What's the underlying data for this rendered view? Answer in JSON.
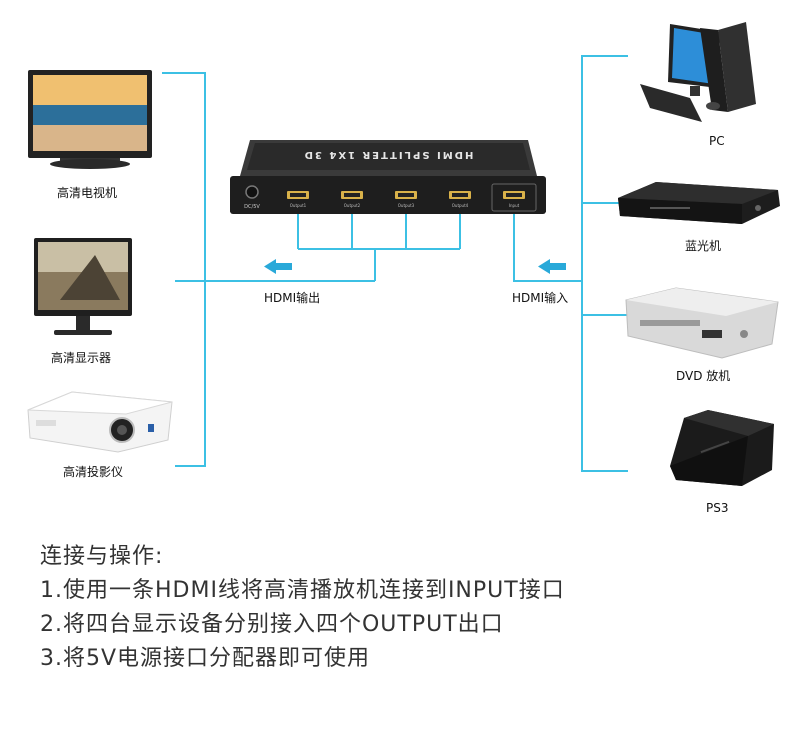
{
  "splitter": {
    "model_text": "HDMI SPLITTER 1X4 3D",
    "power_label": "DC/5V",
    "ports": [
      "Output1",
      "Output2",
      "Output3",
      "Output4"
    ],
    "input_port": "Input"
  },
  "left_devices": [
    {
      "label": "高清电视机",
      "icon": "tv-icon"
    },
    {
      "label": "高清显示器",
      "icon": "monitor-icon"
    },
    {
      "label": "高清投影仪",
      "icon": "projector-icon"
    }
  ],
  "right_devices": [
    {
      "label": "PC",
      "icon": "pc-icon"
    },
    {
      "label": "蓝光机",
      "icon": "bluray-player-icon"
    },
    {
      "label": "DVD 放机",
      "icon": "dvd-player-icon"
    },
    {
      "label": "PS3",
      "icon": "ps3-console-icon"
    }
  ],
  "output_label": "HDMI输出",
  "input_label": "HDMI输入",
  "instructions": {
    "heading": "连接与操作:",
    "steps": [
      "1.使用一条HDMI线将高清播放机连接到INPUT接口",
      "2.将四台显示设备分别接入四个OUTPUT出口",
      "3.将5V电源接口分配器即可使用"
    ]
  },
  "colors": {
    "line": "#3cc0e4",
    "arrow": "#29a9d9",
    "device_body": "#2b2b2b",
    "port_gold": "#d9b24a"
  }
}
